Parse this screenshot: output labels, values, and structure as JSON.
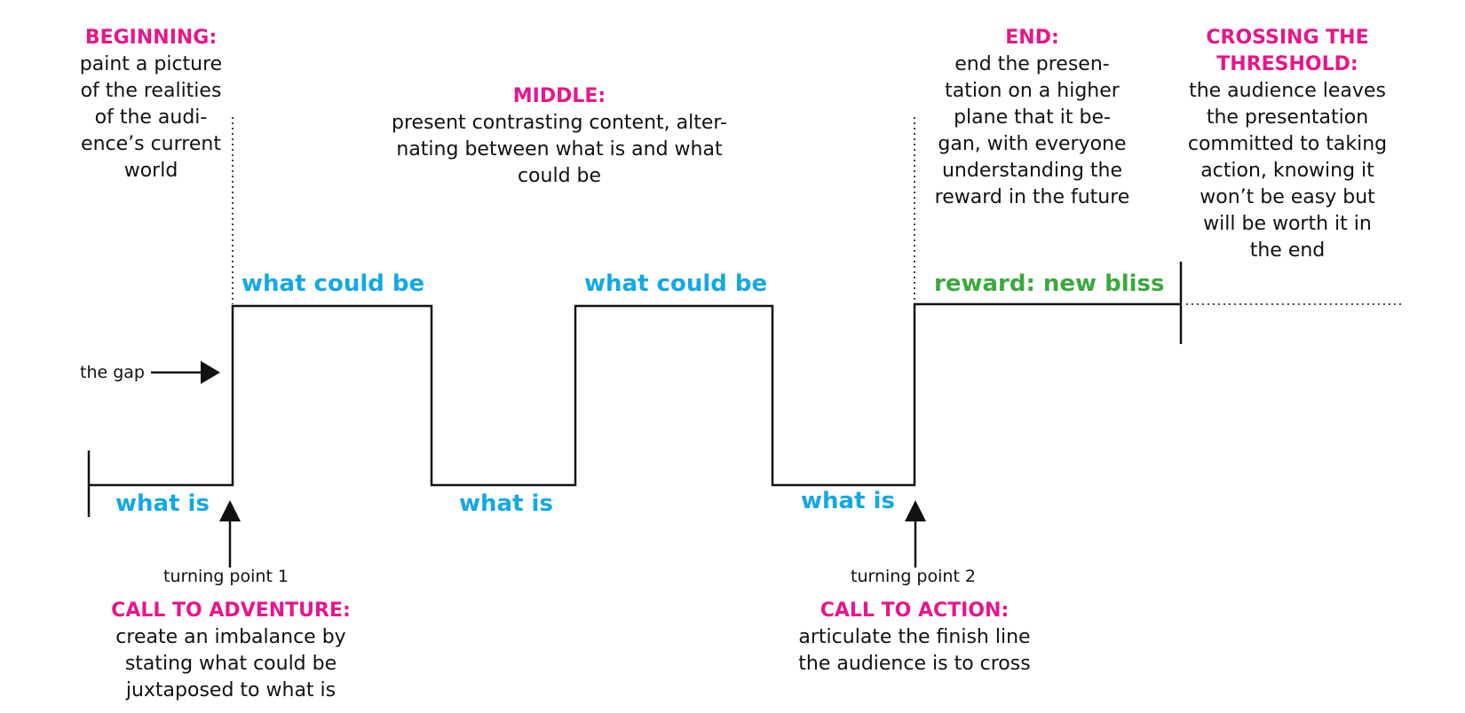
{
  "colors": {
    "heading": "#e6168c",
    "level": "#12a8e8",
    "reward": "#3aaa3e",
    "line": "#111111"
  },
  "beginning": {
    "heading": "BEGINNING:",
    "lines": [
      "paint a picture",
      "of the realities",
      "of the audi-",
      "ence’s current",
      "world"
    ]
  },
  "middle": {
    "heading": "MIDDLE:",
    "lines": [
      "present contrasting content, alter-",
      "nating between what is and what",
      "could be"
    ]
  },
  "end": {
    "heading": "END:",
    "lines": [
      "end the presen-",
      "tation on a higher",
      "plane that it be-",
      "gan, with everyone",
      "understanding the",
      "reward in the future"
    ]
  },
  "crossing": {
    "heading_lines": [
      "CROSSING THE",
      "THRESHOLD:"
    ],
    "lines": [
      "the audience leaves",
      "the presentation",
      "committed to taking",
      "action, knowing it",
      "won’t be easy but",
      "will be worth it in",
      "the end"
    ]
  },
  "call_to_adventure": {
    "heading": "CALL TO ADVENTURE:",
    "lines": [
      "create an imbalance by",
      "stating what could be",
      "juxtaposed to what is"
    ]
  },
  "call_to_action": {
    "heading": "CALL TO ACTION:",
    "lines": [
      "articulate the finish line",
      "the audience is to cross"
    ]
  },
  "labels": {
    "what_is_1": "what is",
    "what_is_2": "what is",
    "what_is_3": "what is",
    "what_could_be_1": "what could be",
    "what_could_be_2": "what could be",
    "reward": "reward:  new bliss",
    "the_gap": "the gap",
    "turning_point_1": "turning point 1",
    "turning_point_2": "turning point 2"
  }
}
